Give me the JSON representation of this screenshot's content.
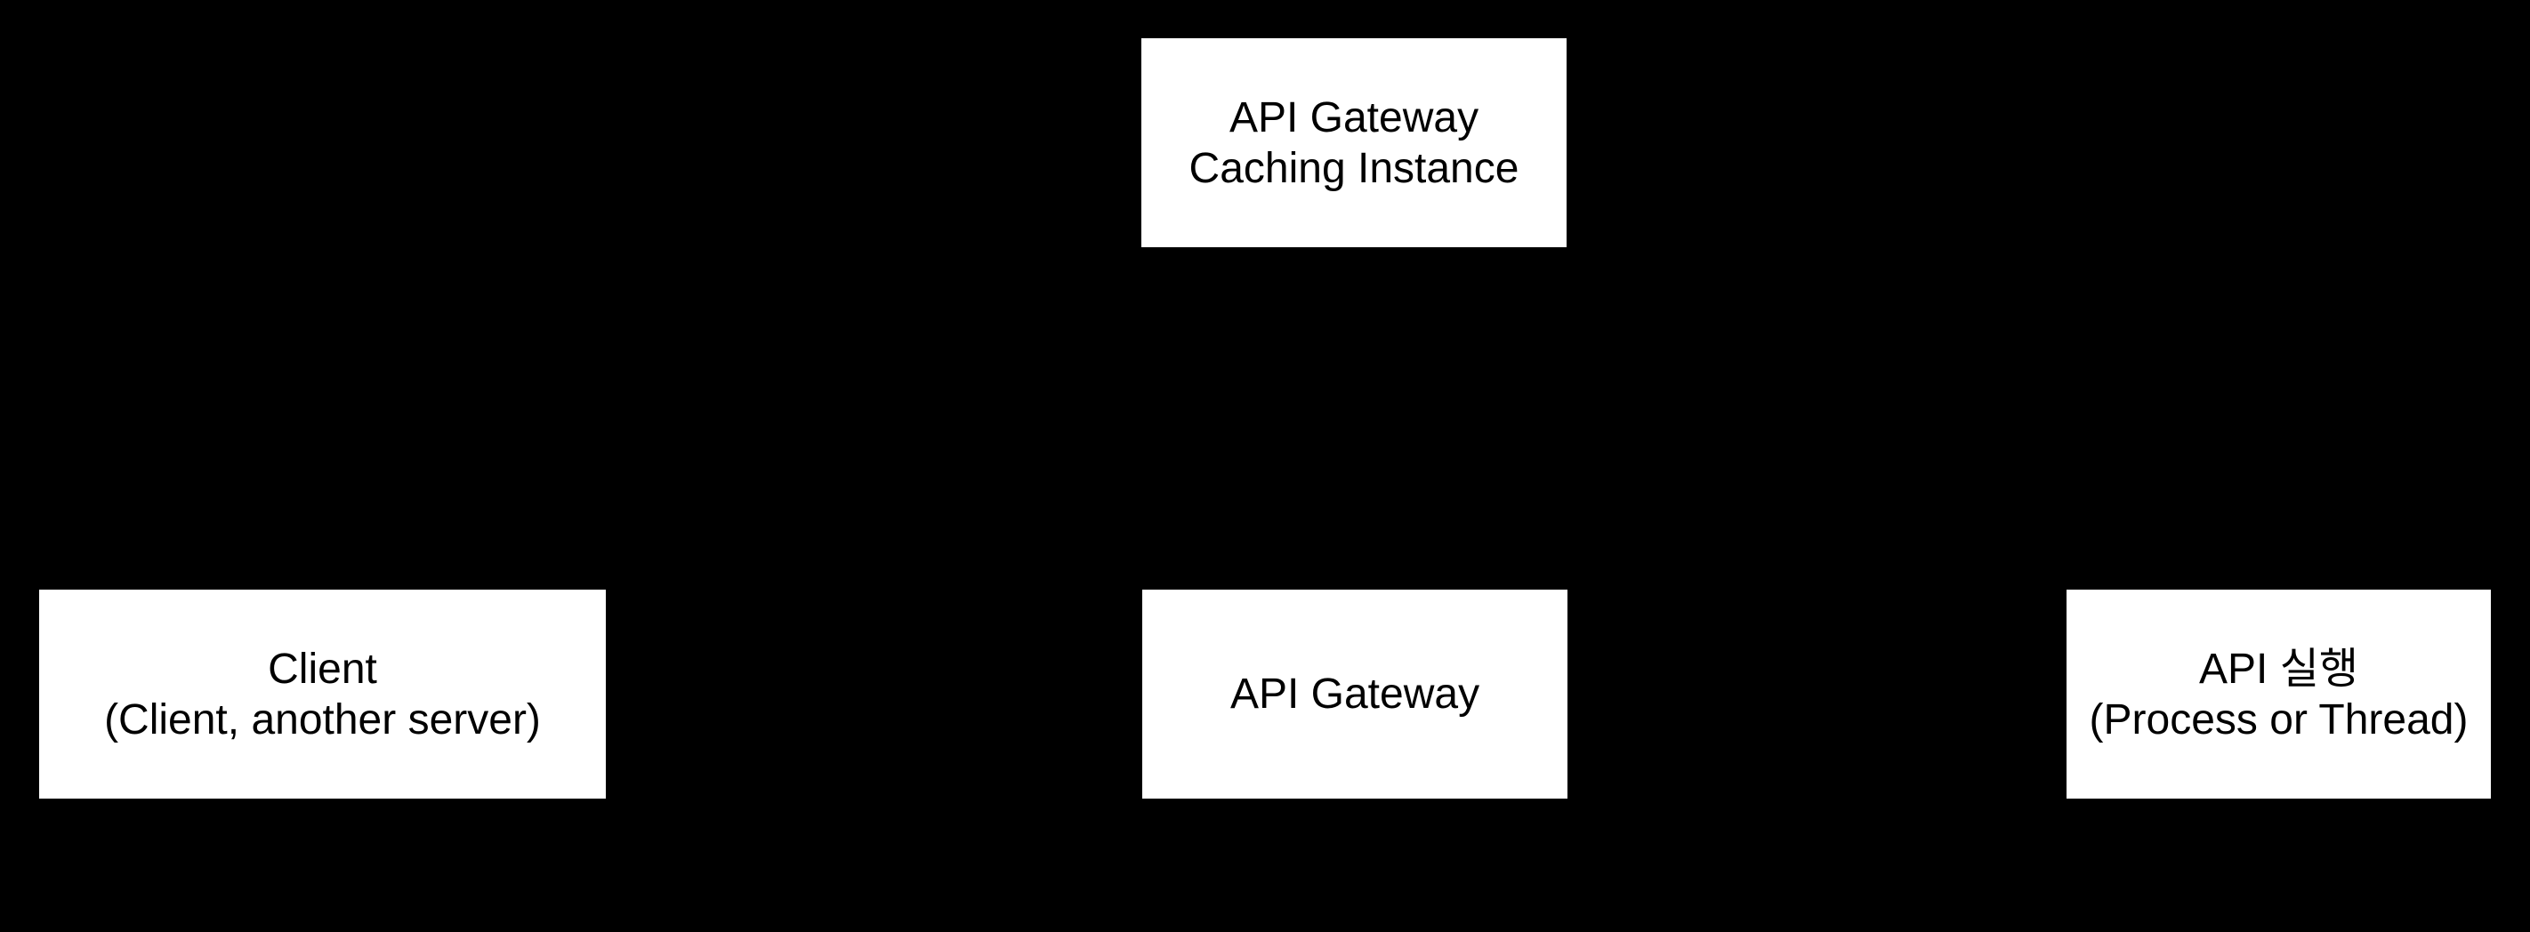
{
  "colors": {
    "background": "#000000",
    "node_fill": "#ffffff",
    "node_text": "#000000"
  },
  "diagram": {
    "nodes": [
      {
        "id": "api-gateway-caching-instance",
        "lines": [
          "API Gateway",
          "Caching Instance"
        ]
      },
      {
        "id": "client",
        "lines": [
          "Client",
          "(Client, another server)"
        ]
      },
      {
        "id": "api-gateway",
        "lines": [
          "API Gateway"
        ]
      },
      {
        "id": "api-execution",
        "lines": [
          "API 실행",
          "(Process or Thread)"
        ]
      }
    ]
  }
}
